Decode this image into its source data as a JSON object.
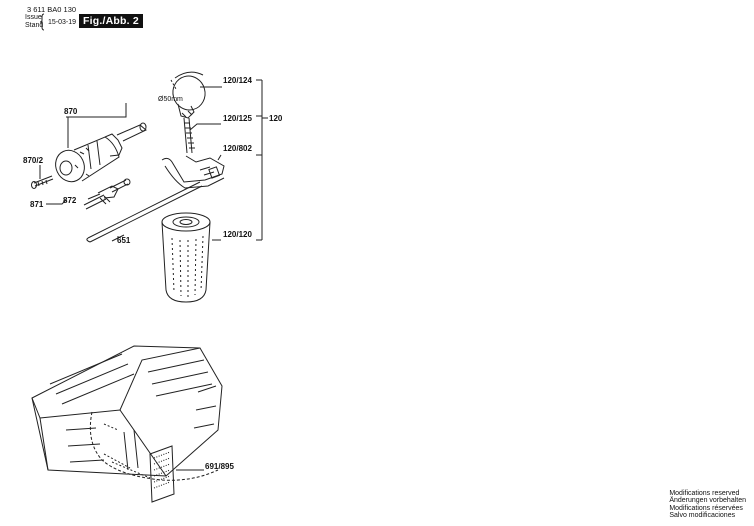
{
  "header": {
    "doc_number": "3 611 BA0 130",
    "issue_label_1": "Issue",
    "issue_label_2": "Stand",
    "issue_date": "15-03-19",
    "figure_title": "Fig./Abb. 2"
  },
  "parts": {
    "p120_124": "120/124",
    "p120_125": "120/125",
    "p120": "120",
    "p120_802": "120/802",
    "p120_120": "120/120",
    "p870": "870",
    "p870_2": "870/2",
    "p871": "871",
    "p872": "872",
    "p651": "651",
    "p691_895": "691/895",
    "dia50": "Ø50mm"
  },
  "footer": {
    "notes": [
      "Modifications reserved",
      "Änderungen vorbehalten",
      "Modifications réservées",
      "Salvo modificaciones"
    ]
  }
}
